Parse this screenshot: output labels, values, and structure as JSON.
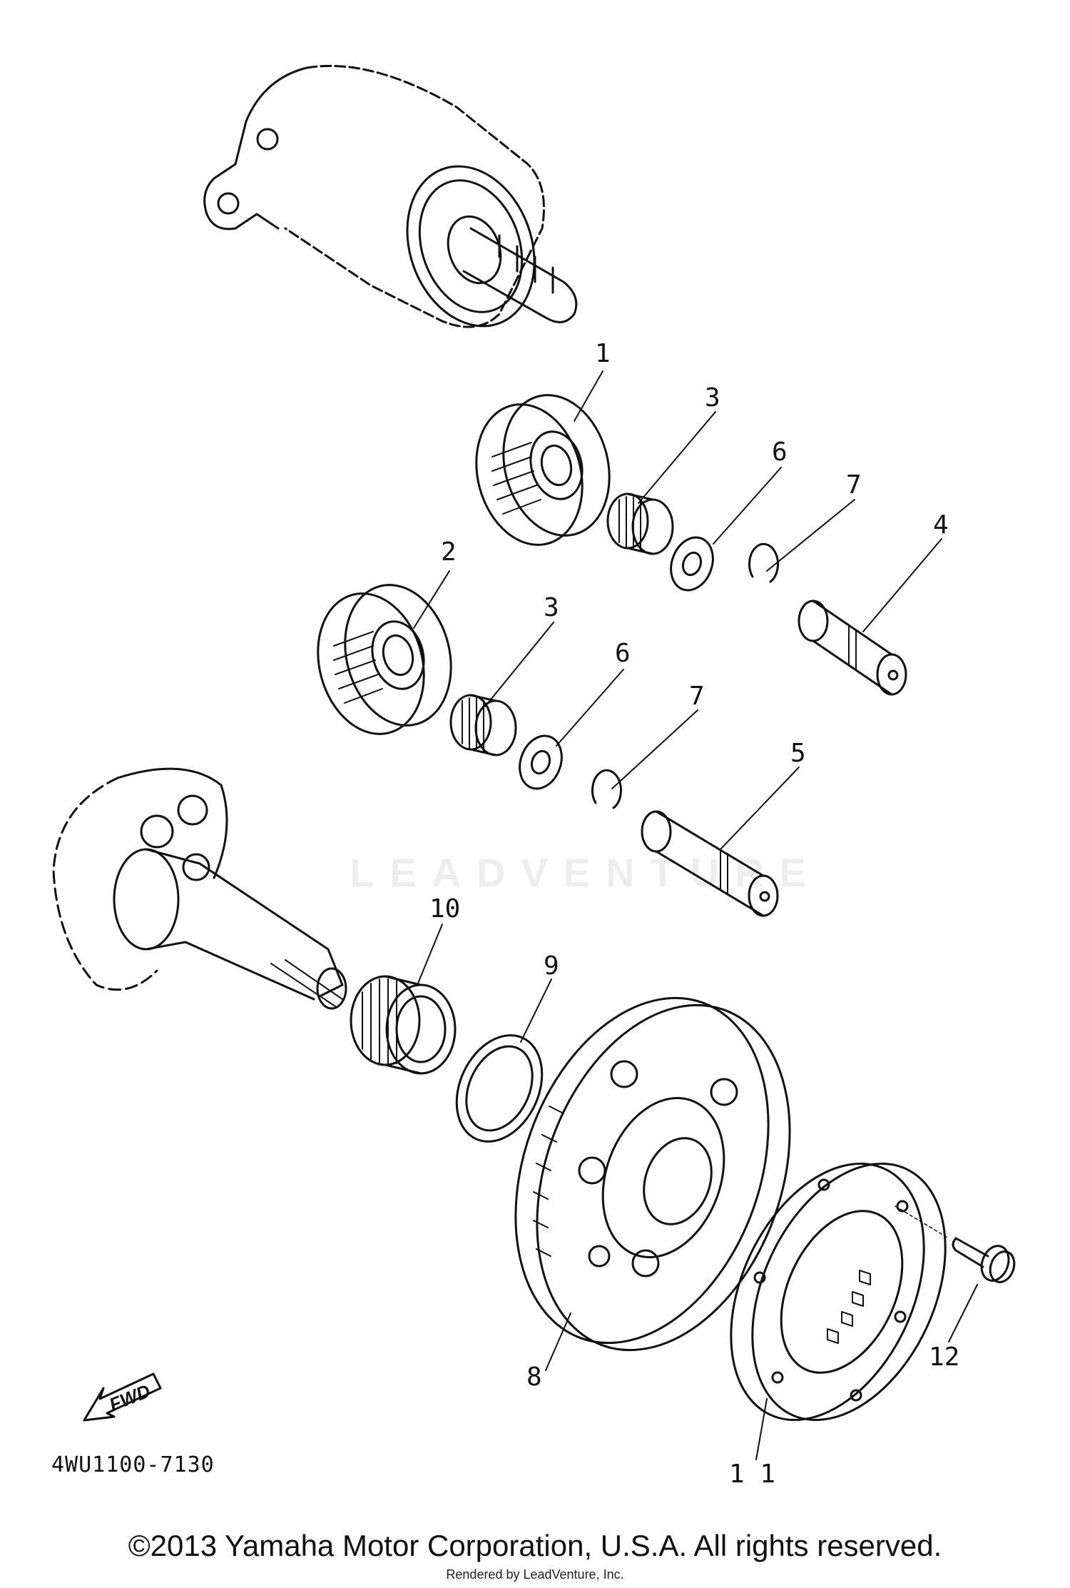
{
  "diagram": {
    "callouts": {
      "c1": "1",
      "c2": "2",
      "c3a": "3",
      "c3b": "3",
      "c4": "4",
      "c5": "5",
      "c6a": "6",
      "c6b": "6",
      "c7a": "7",
      "c7b": "7",
      "c8": "8",
      "c9": "9",
      "c10": "10",
      "c11": "1 1",
      "c12": "12"
    },
    "fwd_label": "FWD",
    "diagram_code": "4WU1100-7130",
    "watermark": "LEADVENTURE"
  },
  "footer": {
    "copyright": "©2013 Yamaha Motor Corporation, U.S.A. All rights reserved.",
    "rendered_by": "Rendered by LeadVenture, Inc."
  }
}
